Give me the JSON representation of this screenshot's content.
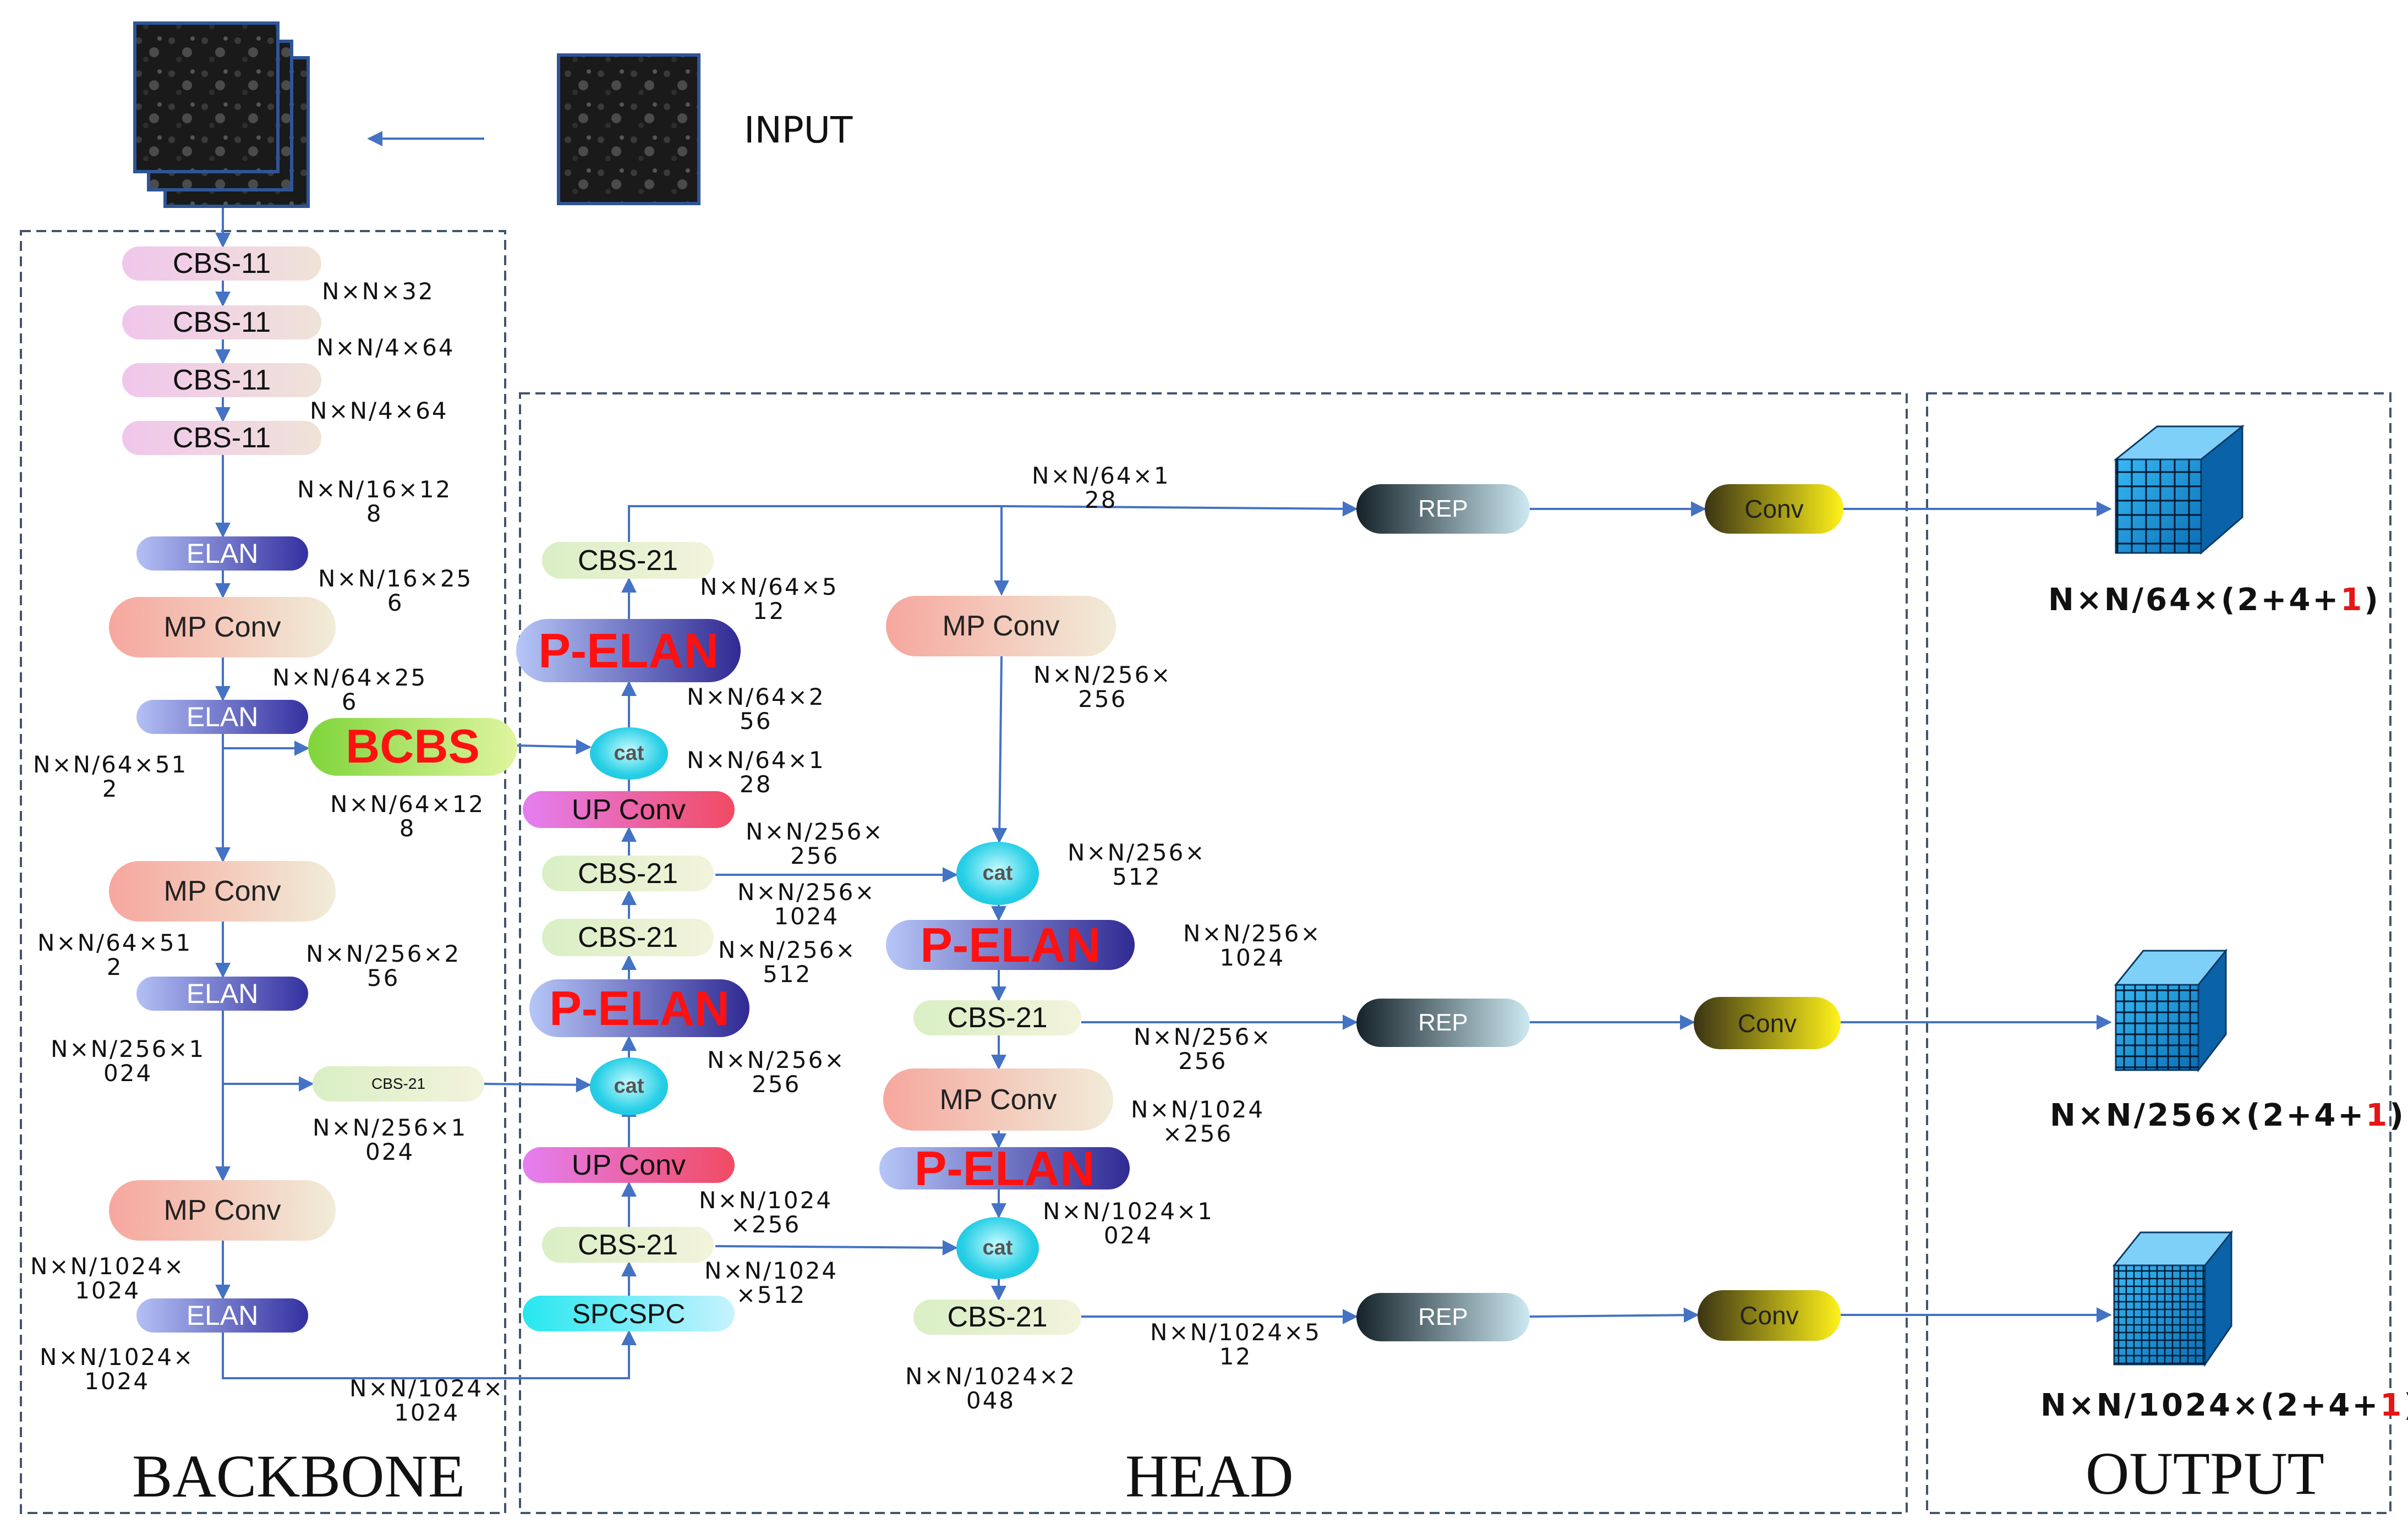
{
  "input": {
    "label": "INPUT"
  },
  "sections": {
    "backbone": "BACKBONE",
    "head": "HEAD",
    "output": "OUTPUT"
  },
  "colors": {
    "arrow": "#4472c4",
    "dash_border": "#44546a",
    "accent_red": "#ff1111"
  },
  "backbone": {
    "cbs1": "CBS-11",
    "cbs2": "CBS-11",
    "cbs3": "CBS-11",
    "cbs4": "CBS-11",
    "elan1": "ELAN",
    "mp1": "MP Conv",
    "elan2": "ELAN",
    "bcbs": "BCBS",
    "mp2": "MP Conv",
    "elan3": "ELAN",
    "cbs21_small": "CBS-21",
    "mp3": "MP Conv",
    "elan4": "ELAN"
  },
  "head": {
    "cbs21_top": "CBS-21",
    "pelan1": "P-ELAN",
    "cat1": "cat",
    "upconv1": "UP Conv",
    "cbs21_a": "CBS-21",
    "cbs21_b": "CBS-21",
    "pelan2": "P-ELAN",
    "cat2": "cat",
    "upconv2": "UP Conv",
    "cbs21_c": "CBS-21",
    "spcspc": "SPCSPC",
    "mp_top": "MP Conv",
    "cat3": "cat",
    "pelan3": "P-ELAN",
    "cbs21_mid": "CBS-21",
    "mp_mid": "MP Conv",
    "pelan4": "P-ELAN",
    "cat4": "cat",
    "cbs21_bot": "CBS-21",
    "rep1": "REP",
    "rep2": "REP",
    "rep3": "REP",
    "conv1": "Conv",
    "conv2": "Conv",
    "conv3": "Conv"
  },
  "dims": {
    "d1": "N×N×32",
    "d2": "N×N/4×64",
    "d3": "N×N/4×64",
    "d4": "N×N/16×12\n8",
    "d5": "N×N/16×25\n6",
    "d6": "N×N/64×25\n6",
    "d7": "N×N/64×51\n2",
    "d8": "N×N/64×12\n8",
    "d9": "N×N/64×51\n2",
    "d10": "N×N/256×2\n56",
    "d11": "N×N/256×1\n024",
    "d12": "N×N/256×1\n024",
    "d13": "N×N/1024×\n1024",
    "d14": "N×N/1024×\n1024",
    "d15": "N×N/1024×\n1024",
    "h1": "N×N/64×1\n28",
    "h2": "N×N/64×5\n12",
    "h3": "N×N/64×2\n56",
    "h4": "N×N/64×1\n28",
    "h5": "N×N/256×\n256",
    "h6": "N×N/256×\n1024",
    "h7": "N×N/256×\n512",
    "h8": "N×N/256×\n256",
    "h9": "N×N/1024\n×256",
    "h10": "N×N/1024\n×512",
    "h11": "N×N/256×\n256",
    "h12": "N×N/256×\n512",
    "h13": "N×N/256×\n1024",
    "h14": "N×N/256×\n256",
    "h15": "N×N/1024\n×256",
    "h16": "N×N/1024×1\n024",
    "h17": "N×N/1024×5\n12",
    "h18": "N×N/1024×2\n048"
  },
  "outputs": {
    "o1_prefix": "N×N/64×(2+4+",
    "o1_red": "1",
    "o1_suffix": ")",
    "o2_prefix": "N×N/256×(2+4+",
    "o2_red": "1",
    "o2_suffix": ")",
    "o3_prefix": "N×N/1024×(2+4+",
    "o3_red": "1",
    "o3_suffix": ")"
  }
}
